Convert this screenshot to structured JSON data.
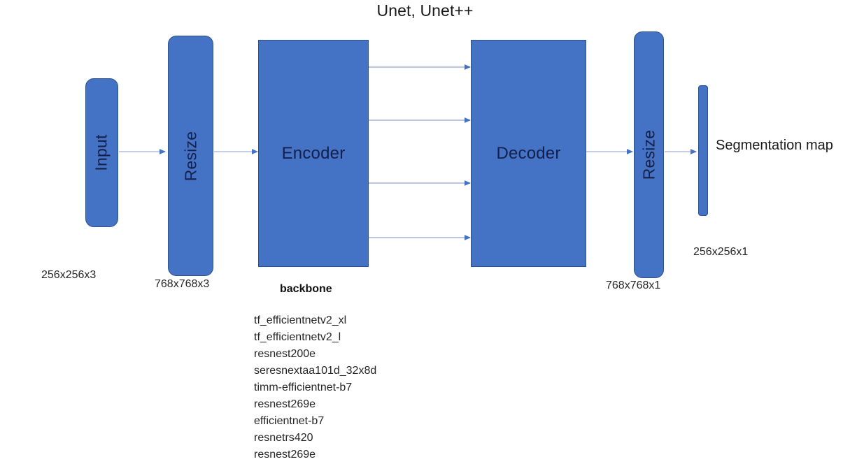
{
  "diagram": {
    "title": "Unet, Unet++",
    "colors": {
      "block_fill": "#4472C4",
      "block_border": "#2F528F",
      "block_text": "#15204A",
      "arrow_line": "#B4BDDF",
      "arrow_head": "#4472C4",
      "page_background": "#FFFFFF",
      "caption_text": "#262626"
    },
    "blocks": [
      {
        "id": "input",
        "label": "Input",
        "orientation": "vertical",
        "shape": "rounded-rect"
      },
      {
        "id": "resize1",
        "label": "Resize",
        "orientation": "vertical",
        "shape": "rounded-rect"
      },
      {
        "id": "encoder",
        "label": "Encoder",
        "orientation": "horizontal",
        "shape": "rect"
      },
      {
        "id": "decoder",
        "label": "Decoder",
        "orientation": "horizontal",
        "shape": "rect"
      },
      {
        "id": "resize2",
        "label": "Resize",
        "orientation": "vertical",
        "shape": "rounded-rect"
      },
      {
        "id": "output",
        "label": "",
        "orientation": "vertical",
        "shape": "thin-bar"
      }
    ],
    "captions": {
      "input_shape": "256x256x3",
      "resize1_shape": "768x768x3",
      "resize2_shape": "768x768x1",
      "output_shape": "256x256x1",
      "output_label": "Segmentation map",
      "backbone_heading": "backbone"
    },
    "backbone_models": [
      "tf_efficientnetv2_xl",
      "tf_efficientnetv2_l",
      "resnest200e",
      "seresnextaa101d_32x8d",
      "timm-efficientnet-b7",
      "resnest269e",
      "efficientnet-b7",
      "resnetrs420",
      "resnest269e"
    ],
    "connections": {
      "main_flow_count": 4,
      "skip_connection_count": 4
    }
  }
}
